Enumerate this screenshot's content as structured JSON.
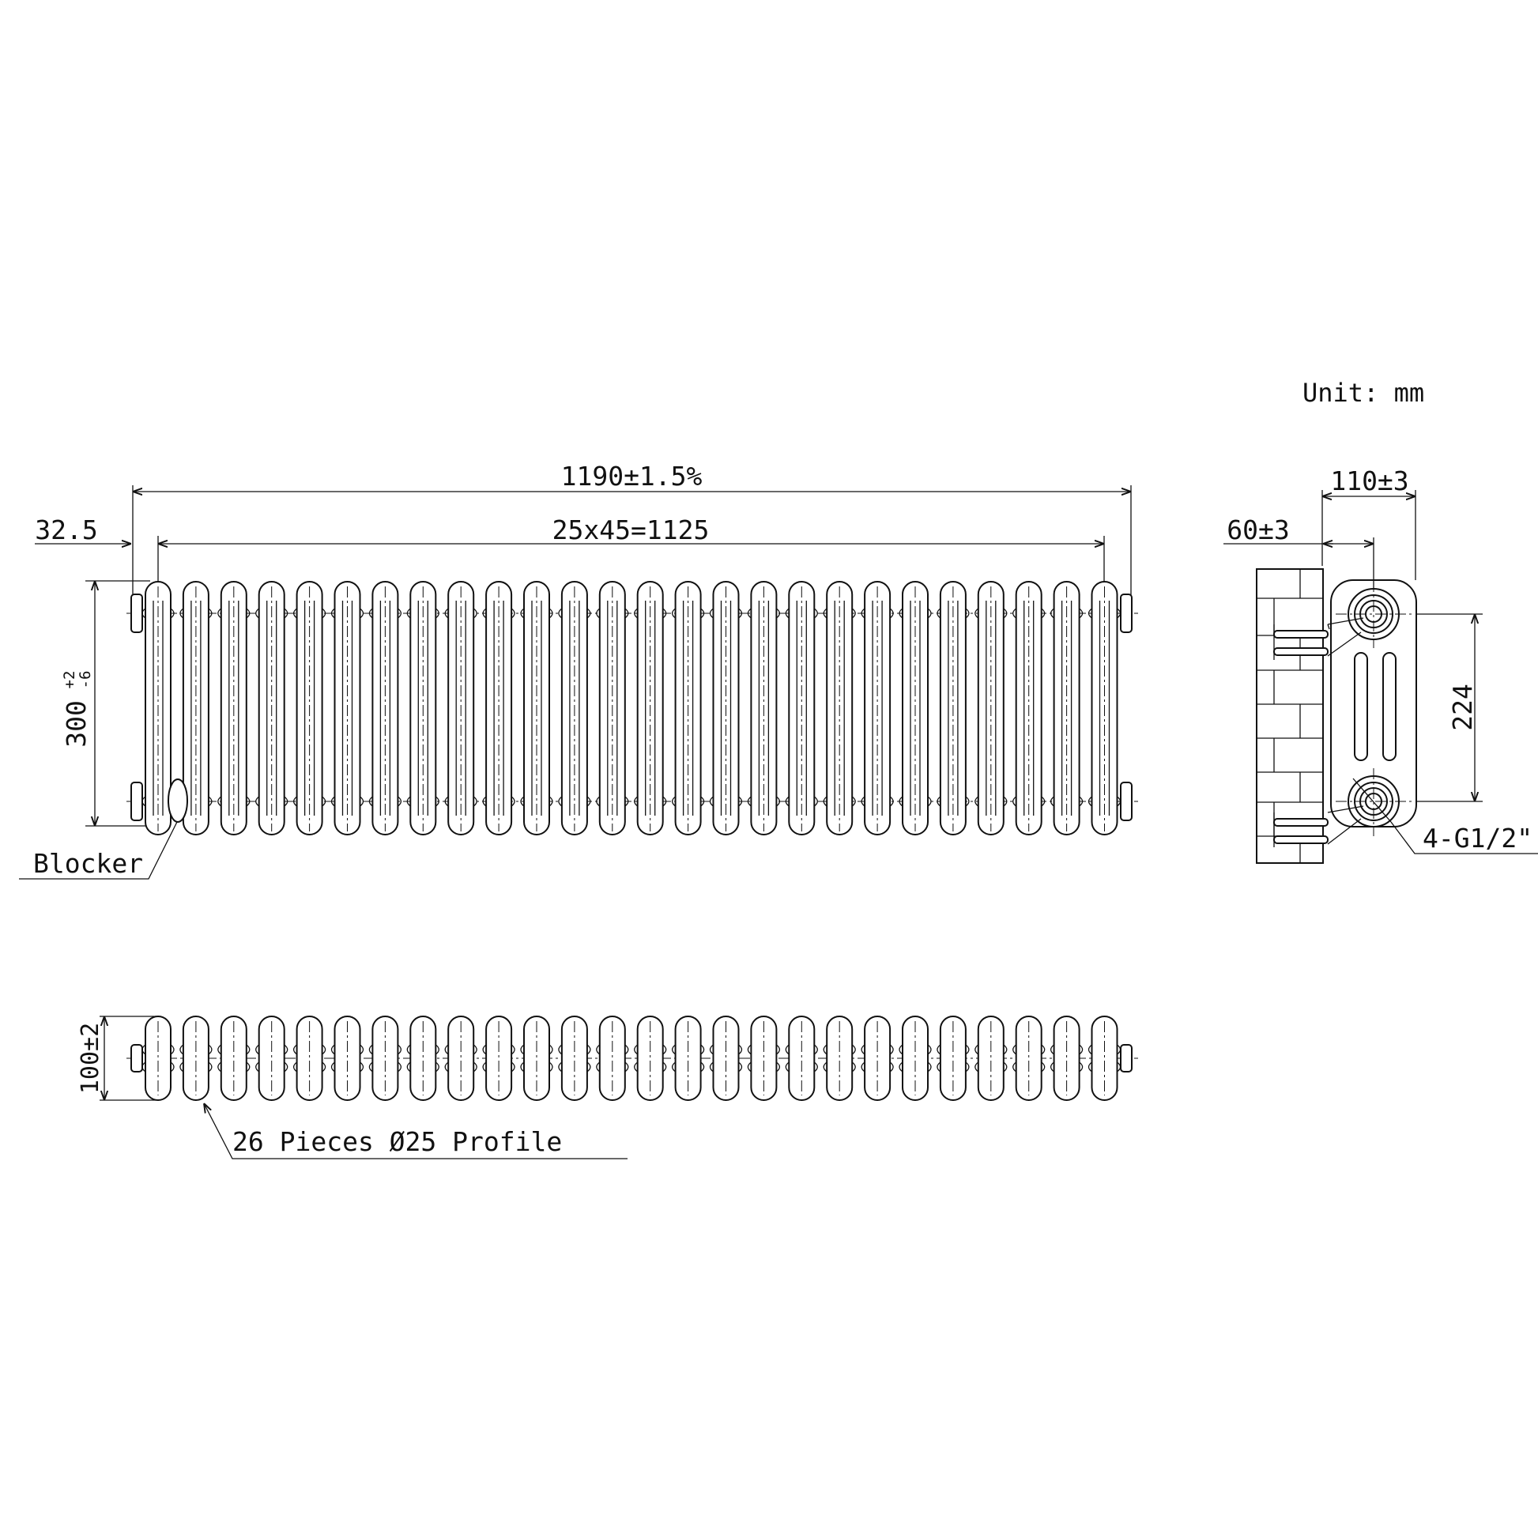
{
  "unit_label": "Unit: mm",
  "front_view": {
    "overall_width": "1190±1.5%",
    "section_span": "25x45=1125",
    "end_offset": "32.5",
    "height_main": "300",
    "height_tol_upper": "+2",
    "height_tol_lower": "-6",
    "callout_blocker": "Blocker",
    "column_count": 26
  },
  "side_view": {
    "depth": "110±3",
    "wall_clearance": "60±3",
    "pipe_centres": "224",
    "connections": "4-G1/2\""
  },
  "plan_view": {
    "depth_label": "100±2",
    "callout_profile": "26 Pieces Ø25 Profile"
  },
  "colors": {
    "line": "#111111",
    "background": "#ffffff"
  }
}
